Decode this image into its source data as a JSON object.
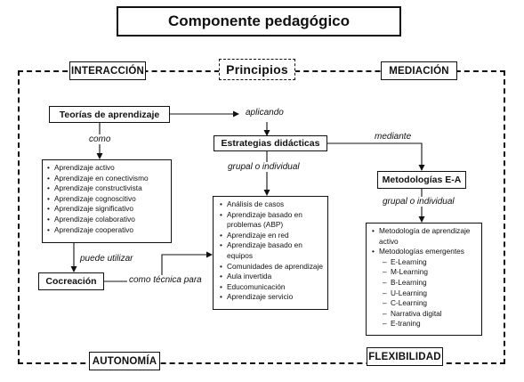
{
  "title": "Componente pedagógico",
  "tags": {
    "interaccion": "INTERACCIÓN",
    "principios": "Principios",
    "mediacion": "MEDIACIÓN",
    "autonomia": "AUTONOMÍA",
    "flexibilidad": "FLEXIBILIDAD"
  },
  "nodes": {
    "teorias": "Teorías de aprendizaje",
    "estrategias": "Estrategias didácticas",
    "metodologias": "Metodologías E-A",
    "cocreacion": "Cocreación"
  },
  "connectors": {
    "aplicando": "aplicando",
    "como": "como",
    "grupal_individual_1": "grupal o individual",
    "mediante": "mediante",
    "grupal_individual_2": "grupal o individual",
    "puede_utilizar": "puede utilizar",
    "como_tecnica_para": "como técnica para"
  },
  "lists": {
    "aprendizajes": [
      "Aprendizaje activo",
      "Aprendizaje en conectivismo",
      "Aprendizaje constructivista",
      "Aprendizaje cognoscitivo",
      "Aprendizaje significativo",
      "Aprendizaje colaborativo",
      "Aprendizaje cooperativo"
    ],
    "tecnicas": [
      "Análisis de casos",
      "Aprendizaje basado en problemas (ABP)",
      "Aprendizaje en red",
      "Aprendizaje basado en equipos",
      "Comunidades de aprendizaje",
      "Aula invertida",
      "Educomunicación",
      "Aprendizaje servicio"
    ],
    "metodologias": [
      "Metodología de aprendizaje activo",
      "Metodologías emergentes"
    ],
    "emergentes": [
      "E-Learning",
      "M-Learning",
      "B-Learning",
      "U-Learning",
      "C-Learning",
      "Narrativa digital",
      "E-traning"
    ]
  }
}
